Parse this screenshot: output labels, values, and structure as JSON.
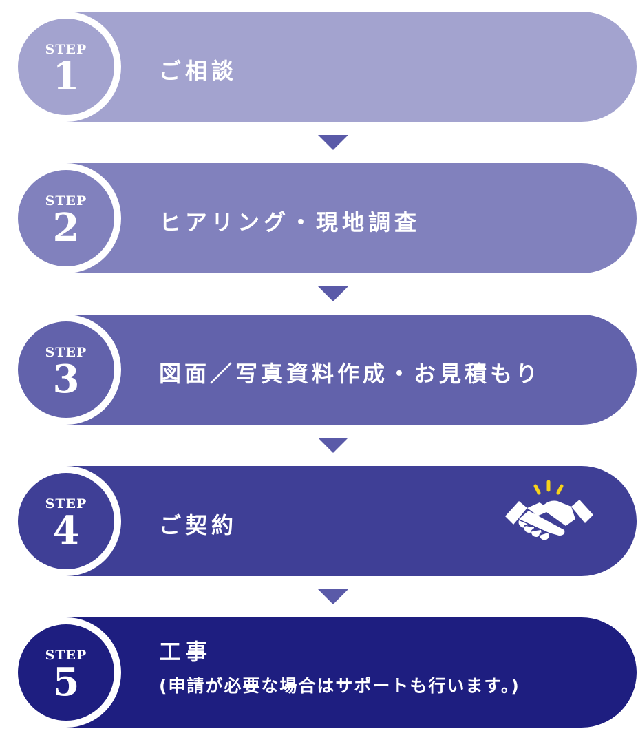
{
  "steps": [
    {
      "step_label": "STEP",
      "number": "1",
      "title": "ご相談",
      "color": "#a3a3cf"
    },
    {
      "step_label": "STEP",
      "number": "2",
      "title": "ヒアリング・現地調査",
      "color": "#8181bd"
    },
    {
      "step_label": "STEP",
      "number": "3",
      "title": "図面／写真資料作成・お見積もり",
      "color": "#6262ab"
    },
    {
      "step_label": "STEP",
      "number": "4",
      "title": "ご契約",
      "color": "#3f3f96",
      "icon": "handshake-icon"
    },
    {
      "step_label": "STEP",
      "number": "5",
      "title": "工事",
      "subtitle": "(申請が必要な場合はサポートも行います。)",
      "color": "#1e1e80"
    }
  ],
  "arrow_color": "#5a5aa8",
  "accent_color": "#f6d21b"
}
